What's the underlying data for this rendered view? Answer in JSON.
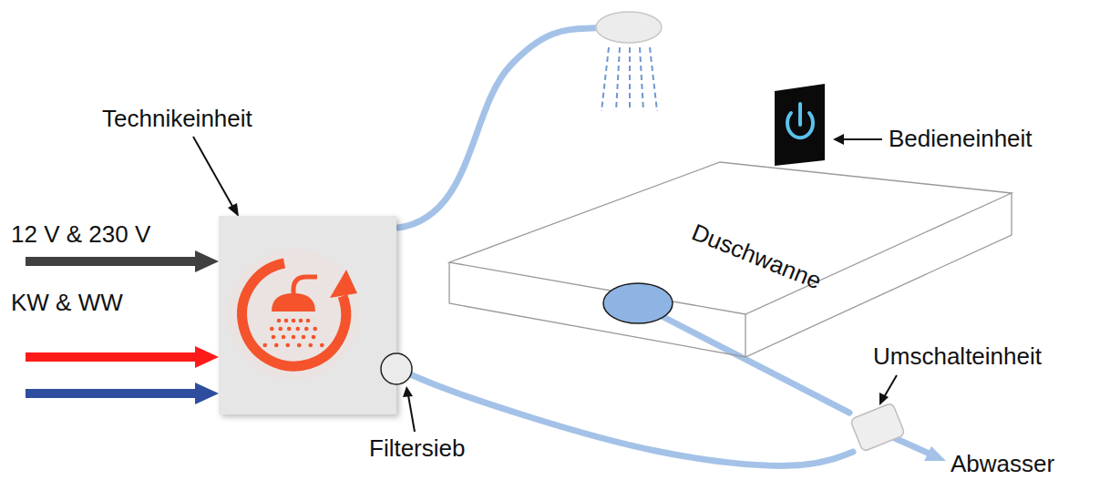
{
  "diagram": {
    "nodes": [
      {
        "text": [
          "Technikeinheit"
        ]
      },
      {
        "text": [
          "Duschwanne"
        ]
      },
      {
        "text": [
          "Umschalteinheit"
        ]
      },
      {
        "text": [
          "Filtersieb"
        ]
      }
    ],
    "edges": [
      {
        "from": 1,
        "to": 2,
        "arrow": "none"
      },
      {
        "from": 2,
        "to": 3,
        "arrow": "none"
      }
    ],
    "labels": [
      "12 V & 230 V",
      "KW & WW",
      "Bedieneinheit",
      "Abwasser"
    ]
  }
}
